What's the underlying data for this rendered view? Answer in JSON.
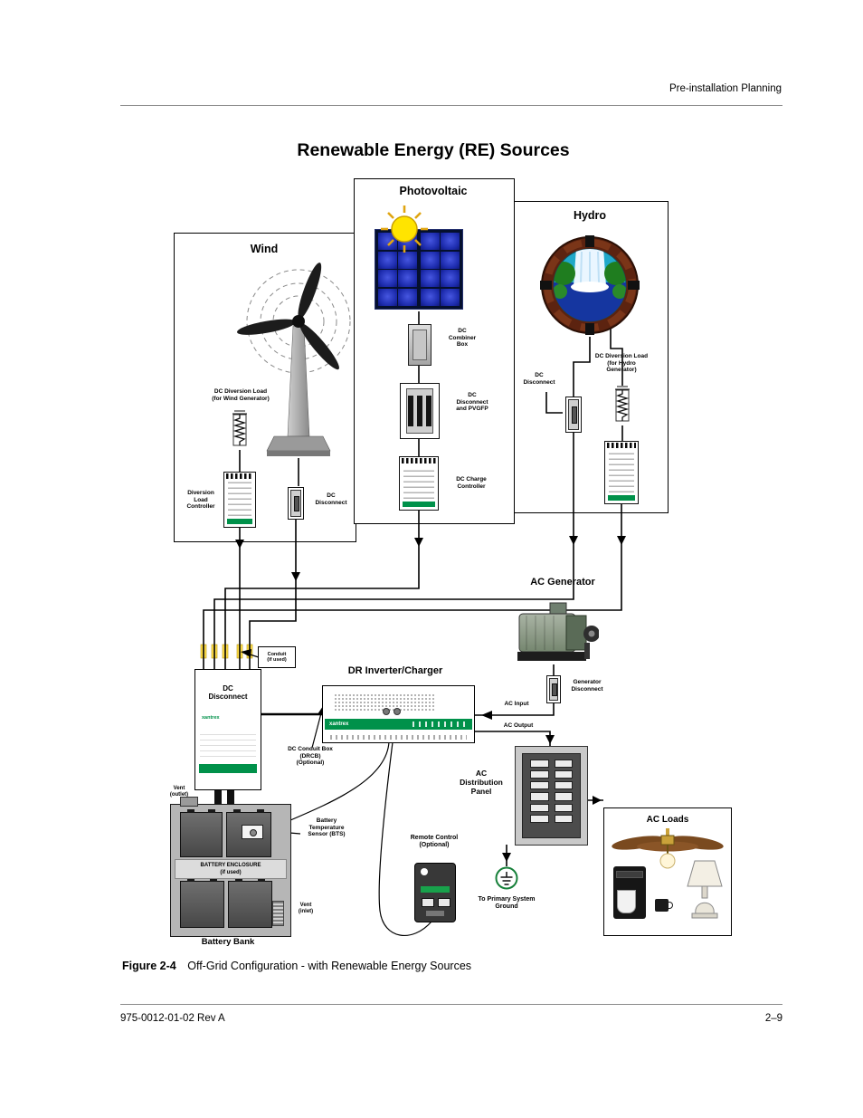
{
  "page": {
    "header": {
      "right": "Pre-installation Planning"
    },
    "caption": {
      "label": "Figure 2-4",
      "text": "Off-Grid Configuration - with Renewable Energy Sources"
    },
    "footer": {
      "left": "975-0012-01-02 Rev A",
      "right": "2–9"
    }
  },
  "diagram": {
    "title": "Renewable Energy (RE) Sources",
    "wind": {
      "title": "Wind",
      "diversion_load": "DC Diversion Load\n(for Wind Generator)",
      "controller": "Diversion\nLoad\nController",
      "disconnect": "DC\nDisconnect"
    },
    "pv": {
      "title": "Photovoltaic",
      "combiner": "DC\nCombiner\nBox",
      "disconnect": "DC\nDisconnect\nand PVGFP",
      "charge_controller": "DC Charge\nController"
    },
    "hydro": {
      "title": "Hydro",
      "disconnect": "DC\nDisconnect",
      "diversion_load": "DC Diversion Load\n(for Hydro\nGenerator)"
    },
    "generator": {
      "title": "AC Generator",
      "disconnect": "Generator\nDisconnect"
    },
    "inverter": {
      "title": "DR Inverter/Charger",
      "brand": "xantrex",
      "ac_input": "AC Input",
      "ac_output": "AC Output"
    },
    "dc_disconnect": {
      "label": "DC\nDisconnect",
      "brand": "xantrex"
    },
    "conduit": {
      "label": "Conduit\n(if used)"
    },
    "dc_conduit_box": {
      "label": "DC Conduit Box\n(DRCB)\n(Optional)"
    },
    "battery": {
      "enclosure": "BATTERY ENCLOSURE\n(if used)",
      "bank": "Battery Bank",
      "vent_outlet": "Vent\n(outlet)",
      "vent_inlet": "Vent\n(inlet)",
      "bts": "Battery\nTemperature\nSensor (BTS)"
    },
    "remote": {
      "label": "Remote Control\n(Optional)"
    },
    "ac_panel": {
      "label": "AC\nDistribution\nPanel"
    },
    "ground": {
      "label": "To Primary System\nGround"
    },
    "ac_loads": {
      "title": "AC Loads"
    },
    "colors": {
      "xantrex_green": "#00914a",
      "solar_cell_blue": "#2a3cc8",
      "sun_yellow": "#ffe400",
      "hydro_ring_brown": "#5c2310"
    }
  }
}
